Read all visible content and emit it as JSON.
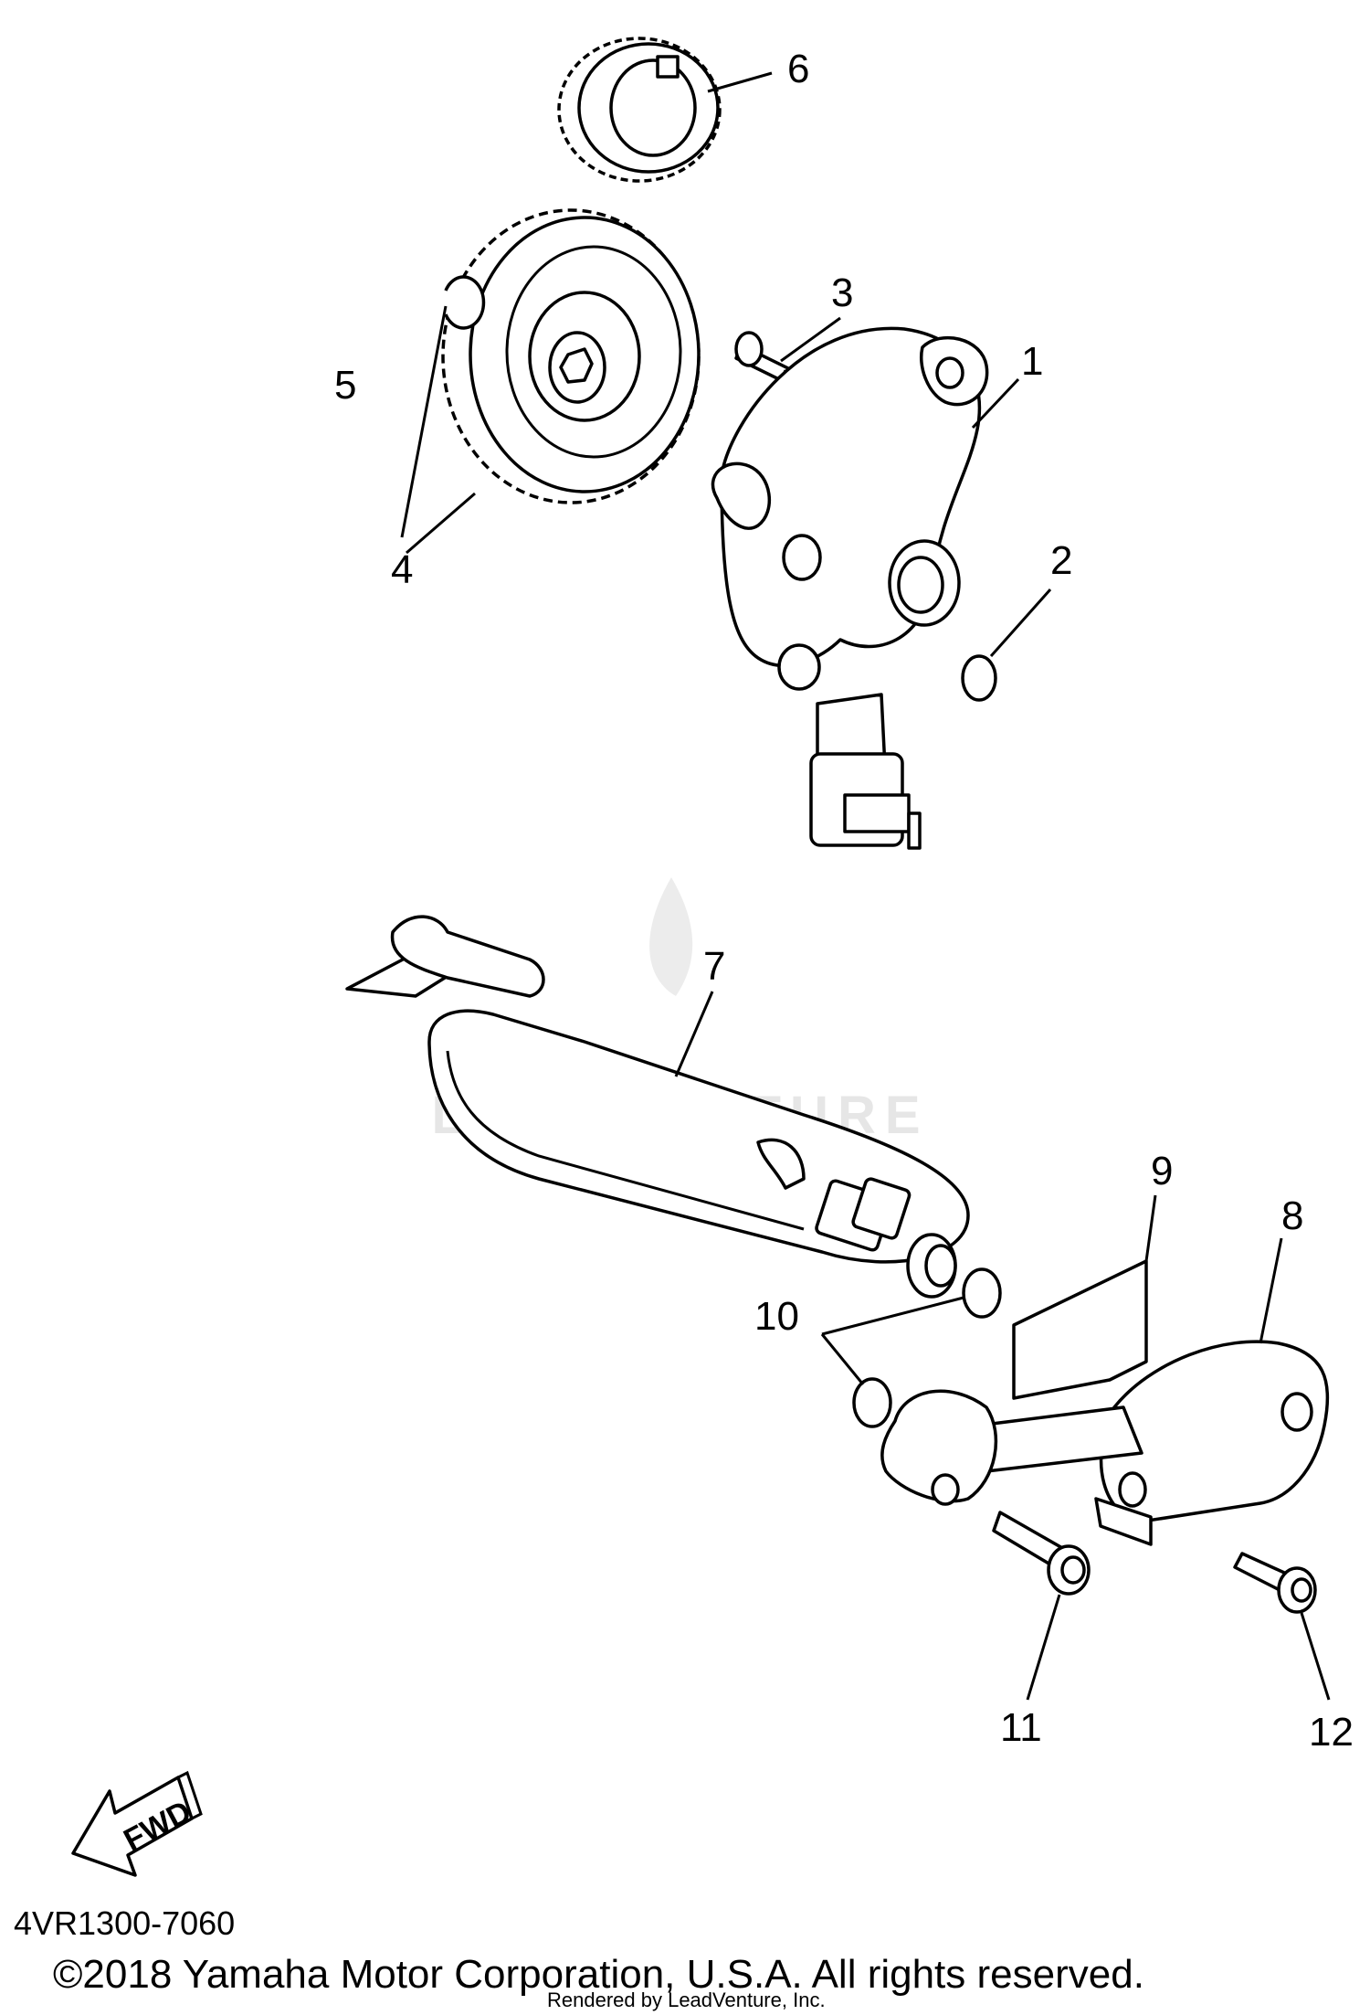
{
  "parts": [
    {
      "callout": "1",
      "icon": "oil-pump-body-icon"
    },
    {
      "callout": "2",
      "icon": "o-ring-icon"
    },
    {
      "callout": "3",
      "icon": "screw-icon"
    },
    {
      "callout": "4",
      "icon": "pump-driven-gear-icon"
    },
    {
      "callout": "5",
      "icon": "circlip-icon"
    },
    {
      "callout": "6",
      "icon": "drive-gear-icon"
    },
    {
      "callout": "7",
      "icon": "oil-strainer-icon"
    },
    {
      "callout": "8",
      "icon": "oil-delivery-pipe-icon"
    },
    {
      "callout": "9",
      "icon": "gasket-icon"
    },
    {
      "callout": "10",
      "icon": "o-ring-icon"
    },
    {
      "callout": "11",
      "icon": "bolt-icon"
    },
    {
      "callout": "12",
      "icon": "bolt-icon"
    }
  ],
  "fwd_label": "FWD",
  "diagram_code": "4VR1300-7060",
  "copyright": "©2018 Yamaha Motor Corporation, U.S.A. All rights reserved.",
  "rendered_by": "Rendered by LeadVenture, Inc.",
  "watermark": "LEADVENTURE"
}
